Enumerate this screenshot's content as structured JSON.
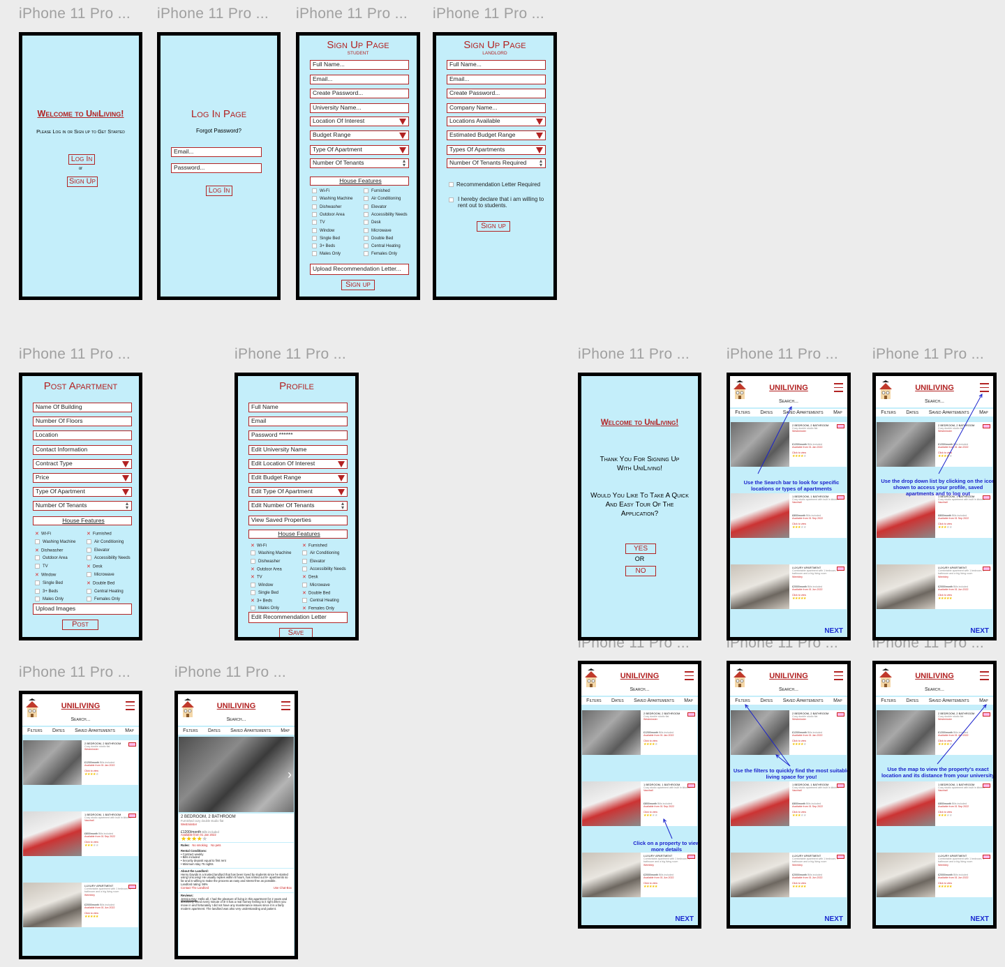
{
  "frame_label": "iPhone 11 Pro ...",
  "welcome": {
    "title": "Welcome to UniLiving!",
    "subtitle": "Please Log in or Sign up to Get Started",
    "login": "Log In",
    "or": "or",
    "signup": "Sign Up"
  },
  "login": {
    "title": "Log In Page",
    "forgot": "Forgot Password?",
    "email_ph": "Email...",
    "password_ph": "Password...",
    "button": "Log In"
  },
  "signup_student": {
    "title": "Sign Up Page",
    "subtitle": "STUDENT",
    "fields": [
      "Full Name...",
      "Email...",
      "Create Password...",
      "University Name...",
      "Location Of Interest",
      "Budget Range",
      "Type Of Apartment",
      "Number Of Tenants"
    ],
    "features_title": "House Features",
    "features_left": [
      "Wi-Fi",
      "Washing Machine",
      "Dishwasher",
      "Outdoor Area",
      "TV",
      "Window",
      "Single Bed",
      "3+ Beds",
      "Males Only"
    ],
    "features_right": [
      "Furnished",
      "Air Conditioning",
      "Elevator",
      "Accessibility Needs",
      "Desk",
      "Microwave",
      "Double Bed",
      "Central Heating",
      "Females Only"
    ],
    "upload": "Upload Recommendation Letter...",
    "button": "Sign up"
  },
  "signup_landlord": {
    "title": "Sign Up Page",
    "subtitle": "LANDLORD",
    "fields": [
      "Full Name...",
      "Email...",
      "Create Password...",
      "Company Name...",
      "Locations Available",
      "Estimated Budget Range",
      "Types Of Apartments",
      "Number Of Tenants Required"
    ],
    "check1": "Recommendation Letter Required",
    "check2": "I hereby declare that i am willing to rent out to students.",
    "button": "Sign up"
  },
  "post": {
    "title": "Post Apartment",
    "fields": [
      "Name Of Building",
      "Number Of Floors",
      "Location",
      "Contact Information",
      "Contract Type",
      "Price",
      "Type Of Apartment",
      "Number Of Tenants"
    ],
    "features_title": "House Features",
    "features_left": [
      "Wi-Fi",
      "Washing Machine",
      "Dishwasher",
      "Outdoor Area",
      "TV",
      "Window",
      "Single Bed",
      "3+ Beds",
      "Males Only"
    ],
    "features_right": [
      "Furnished",
      "Air Conditioning",
      "Elevator",
      "Accessibility Needs",
      "Desk",
      "Microwave",
      "Double Bed",
      "Central Heating",
      "Females Only"
    ],
    "upload": "Upload Images",
    "button": "Post"
  },
  "profile": {
    "title": "Profile",
    "fields": [
      "Full Name",
      "Email",
      "Password ******",
      "Edit University Name",
      "Edit Location Of Interest",
      "Edit Budget Range",
      "Edit Type Of Apartment",
      "Edit Number Of Tenants",
      "View Saved Properties"
    ],
    "features_title": "House Features",
    "features_left": [
      "Wi-Fi",
      "Washing Machine",
      "Dishwasher",
      "Outdoor Area",
      "TV",
      "Window",
      "Single Bed",
      "3+ Beds",
      "Males Only"
    ],
    "features_right": [
      "Furnished",
      "Air Conditioning",
      "Elevator",
      "Accessibility Needs",
      "Desk",
      "Microwave",
      "Double Bed",
      "Central Heating",
      "Females Only"
    ],
    "upload": "Edit Recommendation Letter",
    "button": "Save"
  },
  "thanks": {
    "title": "Welcome to UniLiving!",
    "line1": "Thank You For Signing Up With UniLiving!",
    "line2": "Would You Like To Take A Quick And Easy Tour Of The Application?",
    "yes": "YES",
    "or": "OR",
    "no": "NO"
  },
  "app": {
    "brand": "UNILIVING",
    "search": "Search...",
    "nav": [
      "Filters",
      "Dates",
      "Saved Apartements",
      "Map"
    ],
    "next": "NEXT",
    "listings": [
      {
        "title": "2 BEDROOM, 2 BATHROOM",
        "desc": "Cozy double studio flat",
        "area": "Westminster",
        "price": "£1200/month",
        "bills": "Bills included",
        "avail": "Available from 01 Jan 2022",
        "view": "Click to view",
        "rating": 4
      },
      {
        "title": "1 BEDROOM, 1 BATHROOM",
        "desc": "Cozy studio apartment with built in kitchen",
        "area": "Vauxhall",
        "price": "£800/month",
        "bills": "Bills included",
        "avail": "Available from 01 Sep 2022",
        "view": "Click to view",
        "rating": 3
      },
      {
        "title": "LUXURY APARTMENT",
        "desc": "Comfortable apartment with 1 bedroom, 1 bathroom and a big living room",
        "area": "Wembley",
        "price": "£2000/month",
        "bills": "Bills included",
        "avail": "Available from 01 Jun 2022",
        "view": "Click to view",
        "rating": 5
      }
    ]
  },
  "tips": {
    "search": "Use the Search bar to look for specific locations or types of apartments",
    "menu": "Use the drop down list by clicking on the icon shown to access your profile, saved apartments and to log out",
    "property": "Click on a property to view more details",
    "filters": "Use the filters to quickly find the most suitable living space for you!",
    "map": "Use the map to view the property's exact location and its distance from your university"
  },
  "detail": {
    "title": "2 BEDROOM, 2 BATHROOM",
    "desc": "Furnished cozy double studio flat",
    "area": "Westminster",
    "price": "£1200/month",
    "bills": "Bills included",
    "avail": "Available from 01 Jan 2022",
    "rules_label": "Rules:",
    "rule1": "No smoking",
    "rule2": "No pets",
    "rental_label": "Rental Conditions:",
    "conditions": [
      "Contract weekly",
      "Bills included",
      "Security deposit equal to first rent",
      "Minimum stay 75 nights"
    ],
    "about_label": "About the Landlord:",
    "about_text": "Henry Davids is a trusted landlord that has been loved by students since he started using UniLiving! He usually replies within 8 hours, has rented out 9+ apartments so far and is willing to make the process as easy and stress-free as possible.",
    "landlord_rating": "Landlord rating: 98%",
    "contact": "Contact The Landlord",
    "chat": "Use Chat-Box",
    "reviews_label": "Reviews:",
    "review_name": "Jessica Day:",
    "review_text": "Hello all, I had the pleasure of living in this apartment for 2 years and absolutely loved every minute of it! It has a real homey feeling to it right when you move in and fortunately I did not have any maintenance issues since it is a fairly modern apartment. The landlord was also very understanding and patient."
  }
}
